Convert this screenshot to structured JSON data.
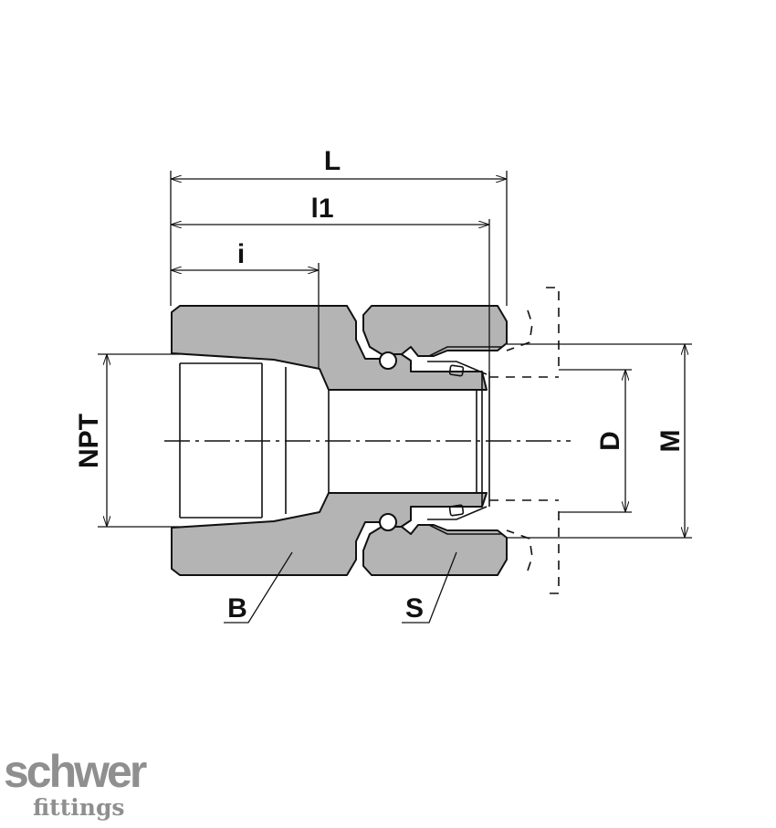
{
  "dimensions": {
    "overall_length": "L",
    "length_l1": "l1",
    "thread_depth": "i",
    "thread": "NPT",
    "tube_diameter": "D",
    "nut_diameter": "M"
  },
  "parts": {
    "body": "B",
    "nut": "S"
  },
  "logo": {
    "name": "schwer",
    "tagline": "fittings"
  },
  "colors": {
    "body_fill": "#b4b4b4",
    "outline": "#111111",
    "logo": "#8f8f8f"
  }
}
